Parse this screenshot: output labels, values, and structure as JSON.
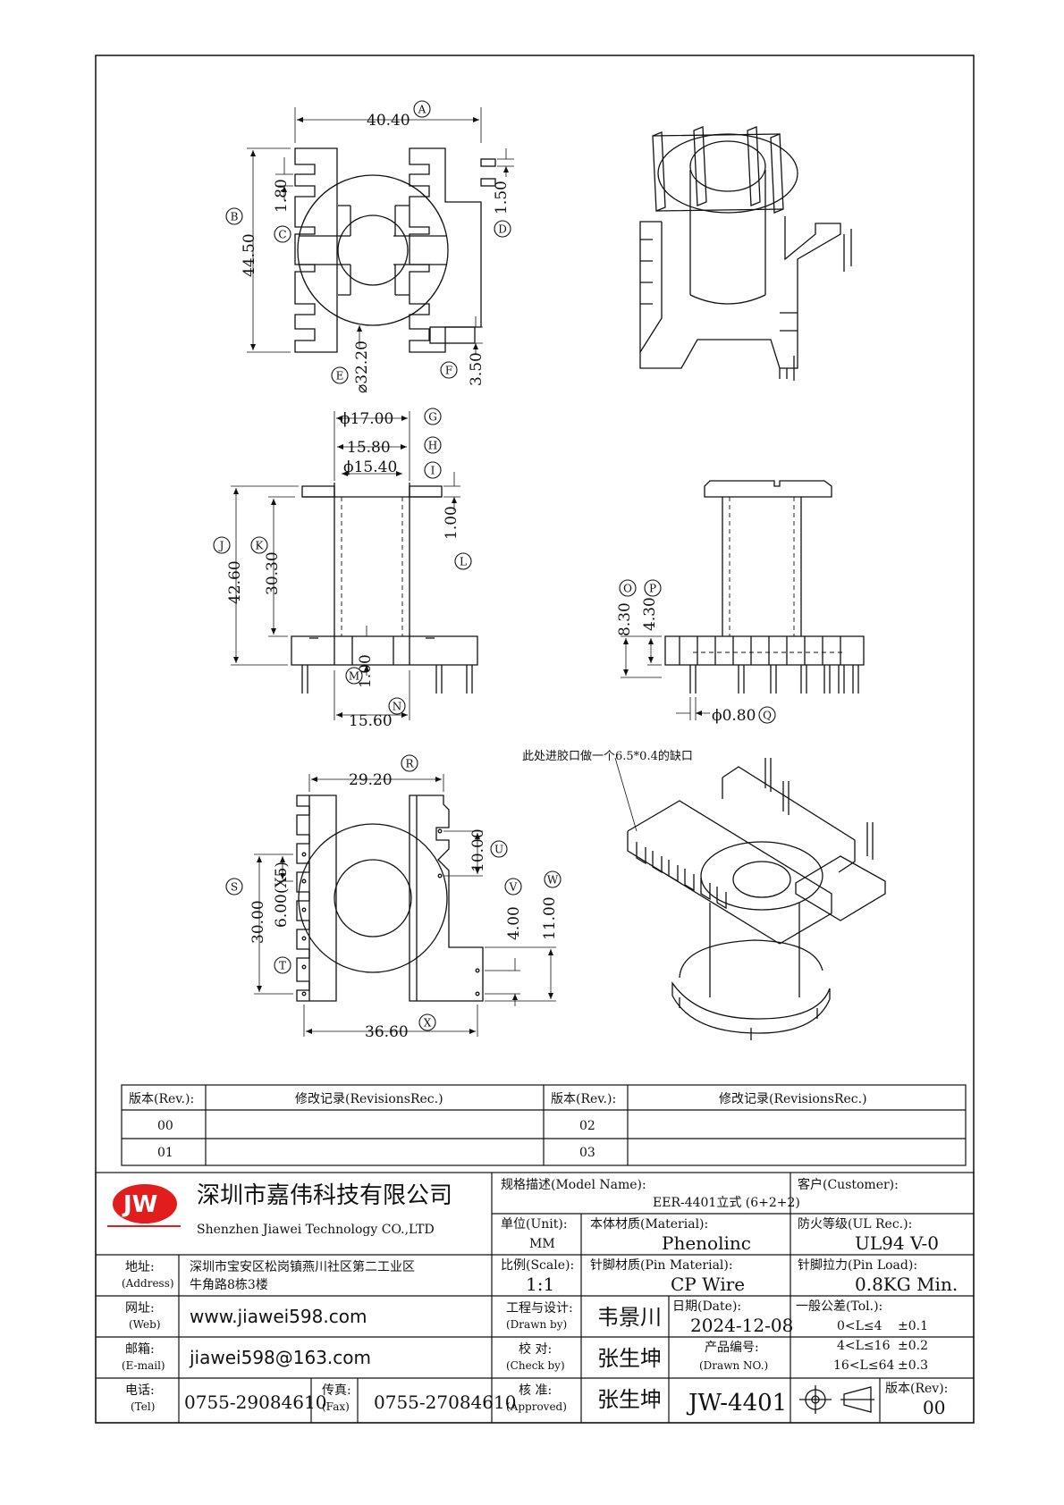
{
  "dims": {
    "top_view": {
      "A": "40.40",
      "B": "44.50",
      "C": "1.80",
      "D": "1.50",
      "E": "⌀32.20",
      "F": "3.50"
    },
    "front_view": {
      "G": "ϕ17.00",
      "H": "15.80",
      "I": "ϕ15.40",
      "J": "42.60",
      "K": "30.30",
      "L": "1.00",
      "M": "1.00",
      "N": "15.60"
    },
    "side_view": {
      "O": "8.30",
      "P": "4.30",
      "Q": "ϕ0.80"
    },
    "bottom_view": {
      "R": "29.20",
      "S": "30.00",
      "T": "6.00(X5)",
      "U": "10.00",
      "V": "4.00",
      "W": "11.00",
      "X": "36.60"
    }
  },
  "markers": [
    "A",
    "B",
    "C",
    "D",
    "E",
    "F",
    "G",
    "H",
    "I",
    "J",
    "K",
    "L",
    "M",
    "N",
    "O",
    "P",
    "Q",
    "R",
    "S",
    "T",
    "U",
    "V",
    "W",
    "X"
  ],
  "note": "此处进胶口做一个6.5*0.4的缺口",
  "revisions": {
    "header_rev": "版本(Rev.):",
    "header_rec": "修改记录(RevisionsRec.)",
    "rows": [
      {
        "left_rev": "00",
        "left_rec": "",
        "right_rev": "02",
        "right_rec": ""
      },
      {
        "left_rev": "01",
        "left_rec": "",
        "right_rev": "03",
        "right_rec": ""
      }
    ]
  },
  "company": {
    "logo": "JW",
    "name_cn": "深圳市嘉伟科技有限公司",
    "name_en": "Shenzhen Jiawei Technology CO.,LTD",
    "address_label": "地址:",
    "address_label_en": "(Address)",
    "address_line1": "深圳市宝安区松岗镇燕川社区第二工业区",
    "address_line2": "牛角路8栋3楼",
    "web_label": "网址:",
    "web_label_en": "(Web)",
    "web": "www.jiawei598.com",
    "email_label": "邮箱:",
    "email_label_en": "(E-mail)",
    "email": "jiawei598@163.com",
    "tel_label": "电话:",
    "tel_label_en": "(Tel)",
    "tel": "0755-29084610",
    "fax_label": "传真:",
    "fax_label_en": "(Fax)",
    "fax": "0755-27084610"
  },
  "spec": {
    "model_label": "规格描述(Model Name):",
    "model": "EER-4401立式 (6+2+2)",
    "customer_label": "客户(Customer):",
    "customer": "",
    "unit_label": "单位(Unit):",
    "unit": "MM",
    "material_label": "本体材质(Material):",
    "material": "Phenolinc",
    "ul_label": "防火等级(UL Rec.):",
    "ul": "UL94 V-0",
    "scale_label": "比例(Scale):",
    "scale": "1:1",
    "pin_material_label": "针脚材质(Pin Material):",
    "pin_material": "CP Wire",
    "pin_load_label": "针脚拉力(Pin Load):",
    "pin_load": "0.8KG Min.",
    "drawn_label": "工程与设计:",
    "drawn_label_en": "(Drawn by)",
    "drawn_by": "韦景川",
    "date_label": "日期(Date):",
    "date": "2024-12-08",
    "tol_label": "一般公差(Tol.):",
    "tol_rows": [
      {
        "range": "0<L≤4",
        "value": "±0.1"
      },
      {
        "range": "4<L≤16",
        "value": "±0.2"
      },
      {
        "range": "16<L≤64",
        "value": "±0.3"
      }
    ],
    "check_label": "校 对:",
    "check_label_en": "(Check by)",
    "check_by": "张生坤",
    "drawing_no_label": "产品编号:",
    "drawing_no_label_en": "(Drawn NO.)",
    "approved_label": "核 准:",
    "approved_label_en": "(Approved)",
    "approved_by": "张生坤",
    "drawing_no": "JW-4401",
    "rev_label": "版本(Rev):",
    "rev": "00"
  }
}
